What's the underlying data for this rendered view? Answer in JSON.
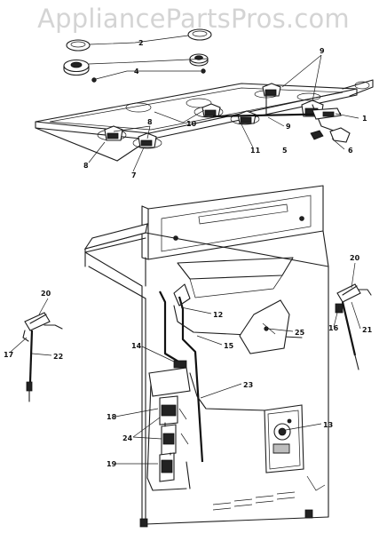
{
  "watermark": "AppliancePartsPros.com",
  "parts": [
    {
      "id": "p1",
      "num": "1"
    },
    {
      "id": "p2",
      "num": "2"
    },
    {
      "id": "p4",
      "num": "4"
    },
    {
      "id": "p5",
      "num": "5"
    },
    {
      "id": "p6",
      "num": "6"
    },
    {
      "id": "p7",
      "num": "7"
    },
    {
      "id": "p8a",
      "num": "8"
    },
    {
      "id": "p8b",
      "num": "8"
    },
    {
      "id": "p9a",
      "num": "9"
    },
    {
      "id": "p9b",
      "num": "9"
    },
    {
      "id": "p10",
      "num": "10"
    },
    {
      "id": "p11",
      "num": "11"
    },
    {
      "id": "p12",
      "num": "12"
    },
    {
      "id": "p13",
      "num": "13"
    },
    {
      "id": "p14",
      "num": "14"
    },
    {
      "id": "p15",
      "num": "15"
    },
    {
      "id": "p16",
      "num": "16"
    },
    {
      "id": "p17",
      "num": "17"
    },
    {
      "id": "p18",
      "num": "18"
    },
    {
      "id": "p19",
      "num": "19"
    },
    {
      "id": "p20a",
      "num": "20"
    },
    {
      "id": "p20b",
      "num": "20"
    },
    {
      "id": "p21",
      "num": "21"
    },
    {
      "id": "p22",
      "num": "22"
    },
    {
      "id": "p23",
      "num": "23"
    },
    {
      "id": "p24",
      "num": "24"
    },
    {
      "id": "p25",
      "num": "25"
    }
  ]
}
